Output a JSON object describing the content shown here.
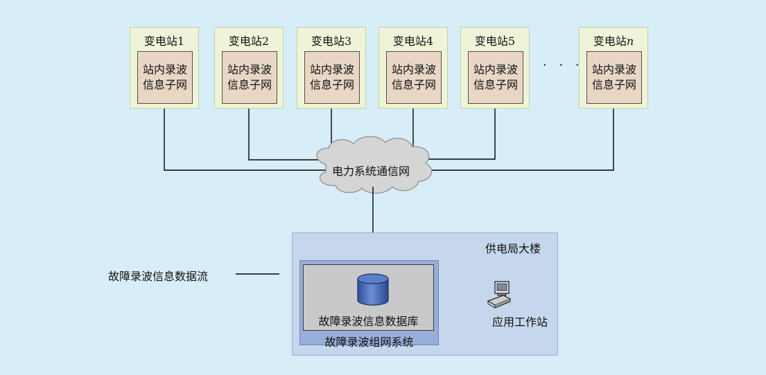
{
  "stations": [
    {
      "title": "变电站",
      "num": "1",
      "italic": false,
      "line1": "站内录波",
      "line2": "信息子网"
    },
    {
      "title": "变电站",
      "num": "2",
      "italic": false,
      "line1": "站内录波",
      "line2": "信息子网"
    },
    {
      "title": "变电站",
      "num": "3",
      "italic": false,
      "line1": "站内录波",
      "line2": "信息子网"
    },
    {
      "title": "变电站",
      "num": "4",
      "italic": false,
      "line1": "站内录波",
      "line2": "信息子网"
    },
    {
      "title": "变电站",
      "num": "5",
      "italic": false,
      "line1": "站内录波",
      "line2": "信息子网"
    },
    {
      "title": "变电站",
      "num": "n",
      "italic": true,
      "line1": "站内录波",
      "line2": "信息子网"
    }
  ],
  "ellipsis": "· · ·",
  "cloud": {
    "label": "电力系统通信网"
  },
  "building": {
    "label": "供电局大楼"
  },
  "network_system": {
    "label": "故障录波组网系统"
  },
  "database": {
    "label": "故障录波信息数据库",
    "icon": "database-cylinder-icon"
  },
  "workstation": {
    "label": "应用工作站",
    "icon": "computer-workstation-icon"
  },
  "legend": {
    "label": "故障录波信息数据流"
  },
  "colors": {
    "background": "#d7eef8",
    "station_fill": "#eef4d8",
    "subnet_fill": "#e8d7c5",
    "cloud_fill": "#d5d5d5",
    "building_fill": "#c6d6ec",
    "netsys_fill": "#97aed8",
    "db_box_fill": "#c9c9c9",
    "db_cylinder": "#3f62b8",
    "line": "#000000"
  }
}
